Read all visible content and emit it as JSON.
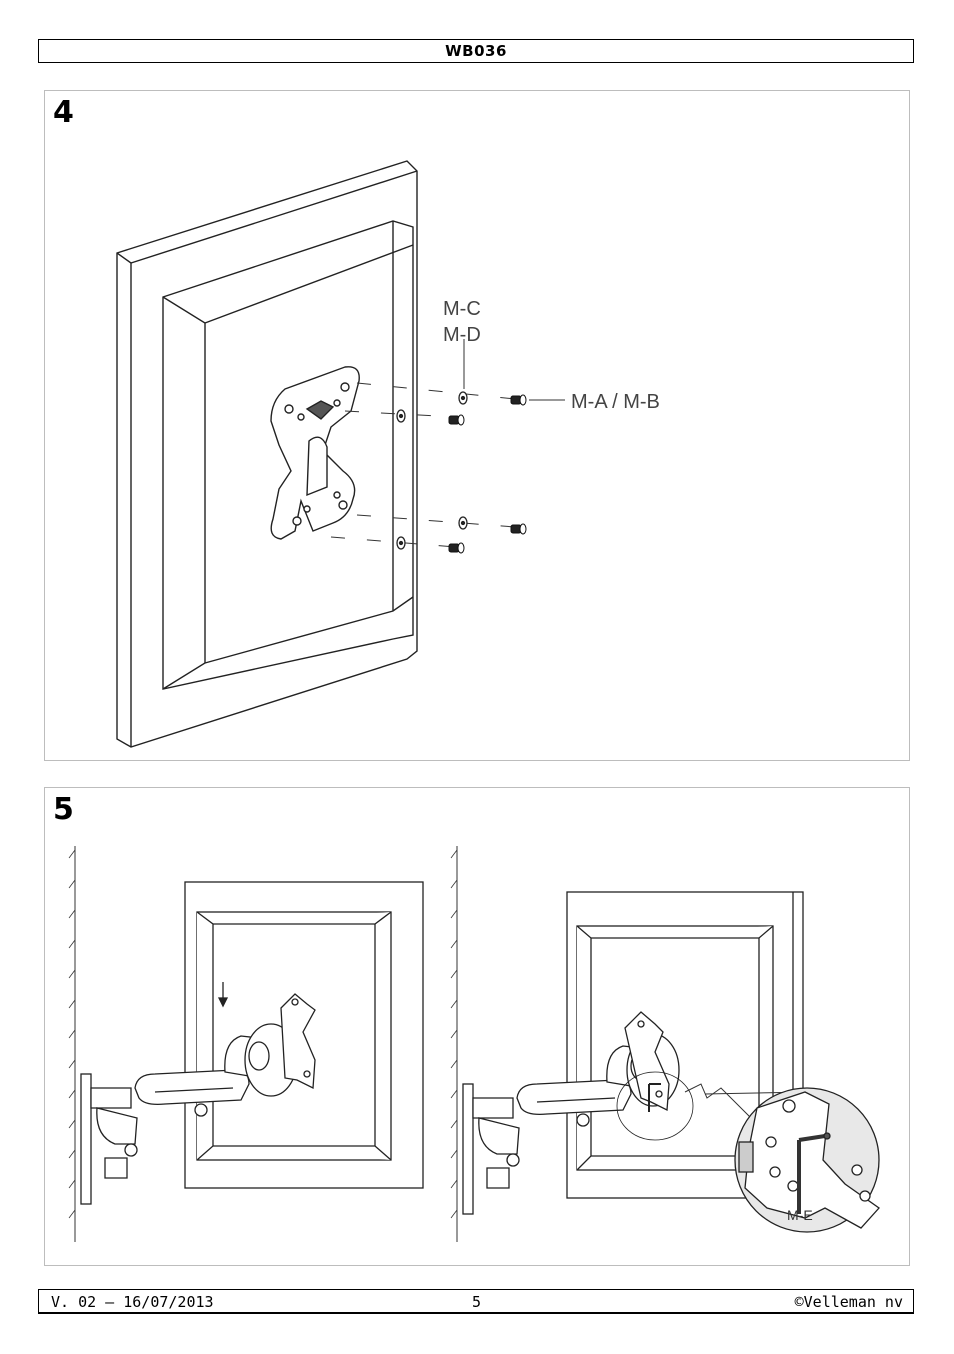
{
  "header": {
    "title": "WB036"
  },
  "step4": {
    "number": "4",
    "labels": {
      "washer": "M-C",
      "washer2": "M-D",
      "screw": "M-A / M-B"
    }
  },
  "step5": {
    "number": "5",
    "labels": {
      "key": "M-E"
    }
  },
  "footer": {
    "version": "V. 02 – 16/07/2013",
    "page": "5",
    "copyright": "©Velleman nv"
  }
}
